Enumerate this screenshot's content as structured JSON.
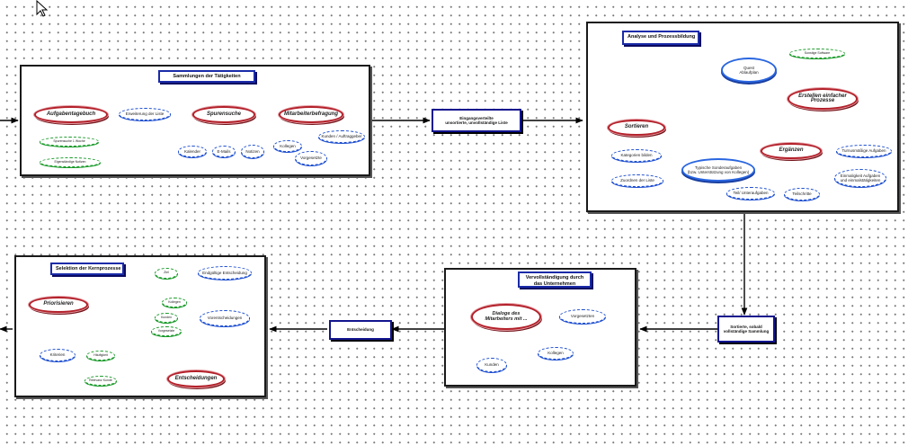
{
  "groups": {
    "gather": {
      "title": "Sammlungen der Tätigkeiten"
    },
    "analysis": {
      "title": "Analyse und Prozessbildung"
    },
    "validation": {
      "title": "Vervollständigung durch\ndas Unternehmen"
    },
    "selection": {
      "title": "Selektion der Kernprozesse"
    }
  },
  "banners": {
    "b1": "Eingangsverteilte\nunsortierte, unvollständige Liste",
    "b2": "Sortierte, sobald\nvollständige Sammlung",
    "b3": "Entscheidung"
  },
  "nodes": {
    "aufgabentagebuch": "Aufgabentagebuch",
    "spuren_dauer": "Spurensuche 1 Woche",
    "eigen_notizen": "Eigenständige Notizen",
    "erweiterung": "Erweiterung der Liste",
    "spurensuche": "Spurensuche",
    "kalender": "Kalender",
    "emails": "E-Mails",
    "notizen": "Notizen",
    "mitarbeiter": "Mitarbeiterbefragung",
    "kollegen1": "Kollegen",
    "vorgesetzte1": "Vorgesetzte",
    "kunden_auftraggeber": "Kunden / Auftraggeber",
    "quest_abl": "Quest\nAblaufplan",
    "sonstige": "Sonstige Software",
    "erstellen": "Erstellen einfacher\nProzesse",
    "sortieren": "Sortieren",
    "kategorien": "Kategorien bilden",
    "zuordnen": "Zuordnen der Liste",
    "ergaenzen": "Ergänzen",
    "typische": "Typische Sonderaufgaben\n(bzw. Unterstützung von Kollegen)",
    "teil": "Teil/ Unteraufgaben",
    "teilschritte": "Teilschritte",
    "turnus": "Turnusmäßige Aufgaben",
    "einmalig": "Einmaligkeit Aufgaben\nund einmalstätigkeiten",
    "dialoge": "Dialoge des\nMitarbeiters mit ...",
    "vorgesetzte2": "Vorgesetzten",
    "kollegen2": "Kollegen",
    "kunden2": "Kunden",
    "priorisieren": "Priorisieren",
    "kriterien": "Kriterien",
    "haeufigkeit": "Häufigkeit",
    "relevanz": "Relevanz Kunde",
    "entscheidungen": "Entscheidungen",
    "ziel": "Ziel",
    "endgueltig": "Endgültige Entscheidung",
    "vorentscheidungen": "Vorentscheidungen",
    "kollegen3": "Kollegen",
    "kunden3": "Kunden",
    "vorgesetzte3": "Vorgesetzte"
  },
  "colors": {
    "red": "#b3202a",
    "blue": "#1e4fd0",
    "green": "#1a9a2a",
    "navy": "#12148e"
  }
}
